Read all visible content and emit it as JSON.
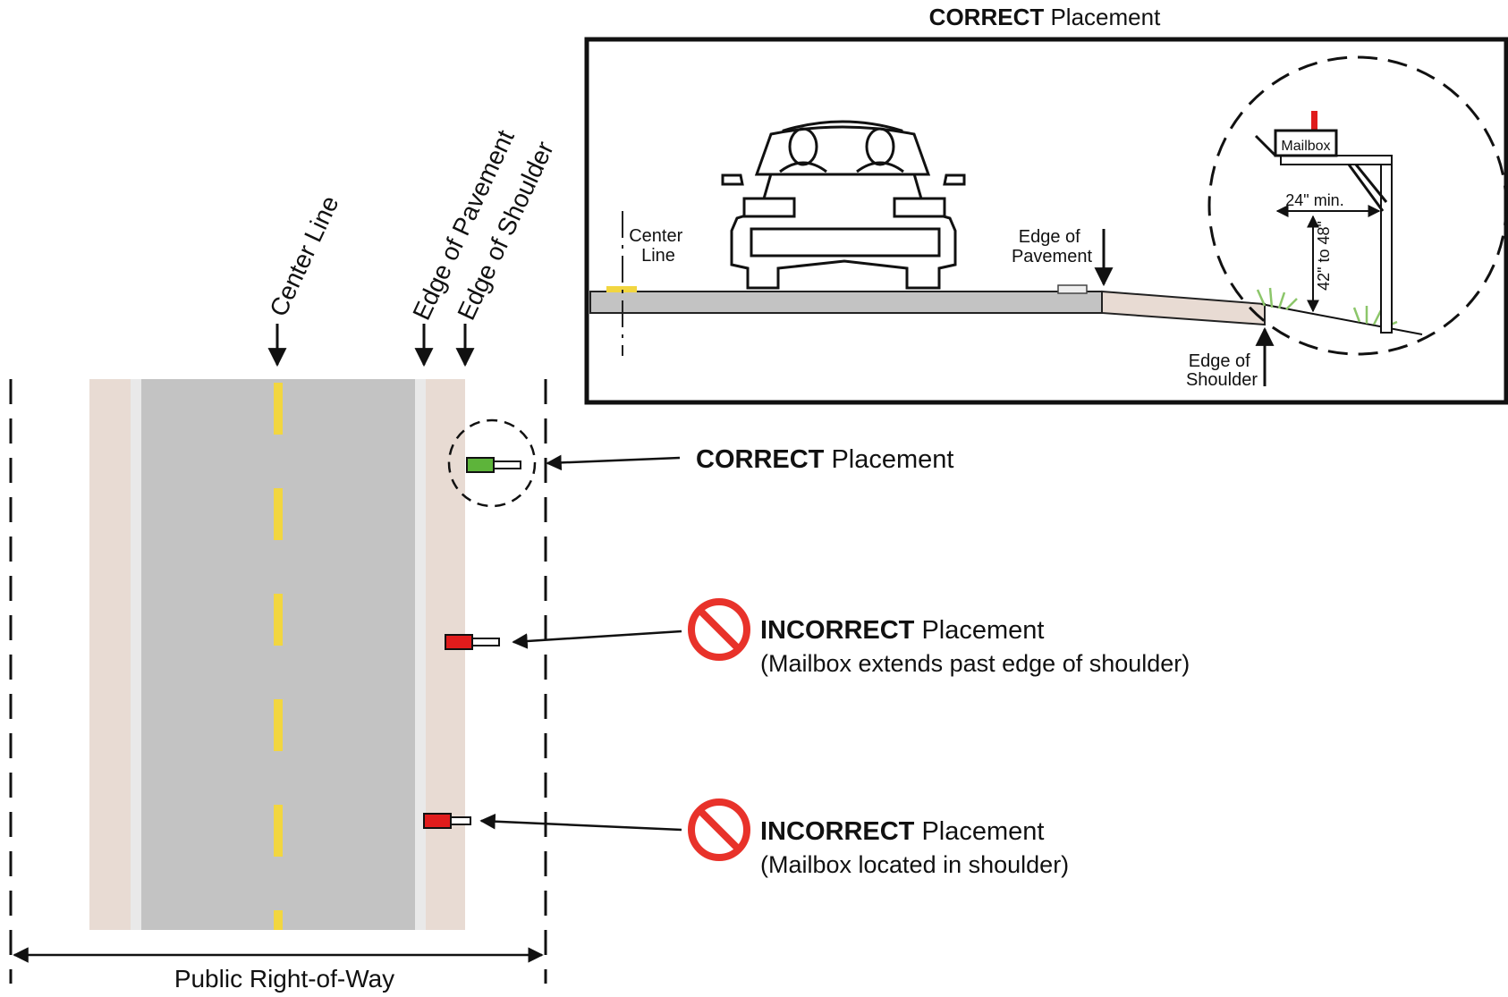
{
  "inset": {
    "title_bold": "CORRECT",
    "title_rest": " Placement",
    "center_line": [
      "Center",
      "Line"
    ],
    "edge_of_pavement": [
      "Edge of",
      "Pavement"
    ],
    "edge_of_shoulder": [
      "Edge of",
      "Shoulder"
    ],
    "mailbox": "Mailbox",
    "offset_dim": "24\" min.",
    "height_dim": "42\" to 48\""
  },
  "plan": {
    "center_line": "Center Line",
    "edge_of_pavement": "Edge of Pavement",
    "edge_of_shoulder": "Edge of Shoulder",
    "right_of_way": "Public Right-of-Way"
  },
  "callouts": [
    {
      "bold": "CORRECT",
      "rest": " Placement",
      "note": ""
    },
    {
      "bold": "INCORRECT",
      "rest": " Placement",
      "note": "(Mailbox extends past edge of shoulder)"
    },
    {
      "bold": "INCORRECT",
      "rest": " Placement",
      "note": "(Mailbox located in shoulder)"
    }
  ],
  "colors": {
    "pavement": "#c3c3c3",
    "shoulder": "#e8dbd3",
    "center_stripe": "#f2d640",
    "correct_mailbox": "#5db43a",
    "incorrect_mailbox": "#e01c1c",
    "prohibit_sign": "#e8322a",
    "grass": "#8cc66a"
  }
}
